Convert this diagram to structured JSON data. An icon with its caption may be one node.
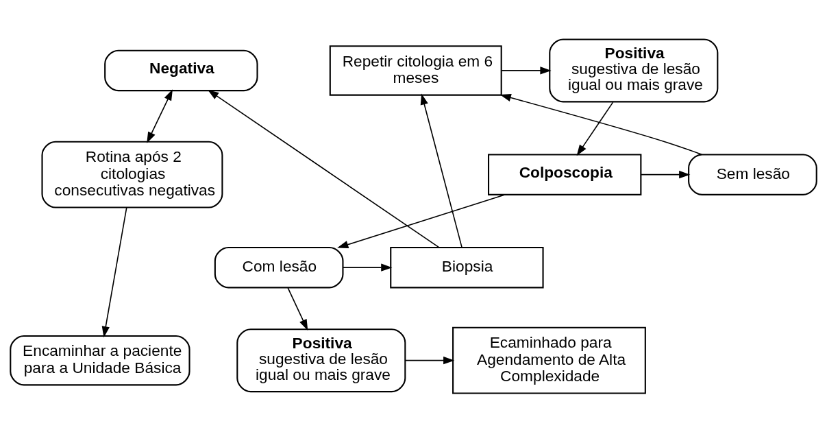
{
  "diagram": {
    "nodes": [
      {
        "text": [
          "Negativa"
        ]
      },
      {
        "text": [
          "Repetir citologia em 6 meses"
        ]
      },
      {
        "text": [
          "Positiva",
          "sugestiva de lesão igual ou mais grave"
        ]
      },
      {
        "text": [
          "Rotina após 2 citologias consecutivas negativas"
        ]
      },
      {
        "text": [
          "Sem lesão"
        ]
      },
      {
        "text": [
          "Colposcopia"
        ]
      },
      {
        "text": [
          "Biopsia"
        ]
      },
      {
        "text": [
          "Com lesão"
        ]
      },
      {
        "text": [
          "Encaminhar a paciente para a Unidade Básica"
        ]
      },
      {
        "text": [
          "Ecaminhado para Agendamento de Alta Complexidade"
        ]
      },
      {
        "text": [
          "Positiva",
          "sugestiva de lesão igual ou mais grave"
        ]
      }
    ],
    "edges": [
      {
        "from": 0,
        "to": 3,
        "arrow": "both"
      },
      {
        "from": 1,
        "to": 2,
        "arrow": "to"
      },
      {
        "from": 2,
        "to": 5,
        "arrow": "to"
      },
      {
        "from": 5,
        "to": 4,
        "arrow": "to"
      },
      {
        "from": 4,
        "to": 1,
        "arrow": "to"
      },
      {
        "from": 5,
        "to": 7,
        "arrow": "to"
      },
      {
        "from": 7,
        "to": 6,
        "arrow": "to"
      },
      {
        "from": 6,
        "to": 0,
        "arrow": "to"
      },
      {
        "from": 6,
        "to": 1,
        "arrow": "to"
      },
      {
        "from": 3,
        "to": 8,
        "arrow": "to"
      },
      {
        "from": 7,
        "to": 10,
        "arrow": "to"
      },
      {
        "from": 10,
        "to": 9,
        "arrow": "to"
      }
    ]
  }
}
